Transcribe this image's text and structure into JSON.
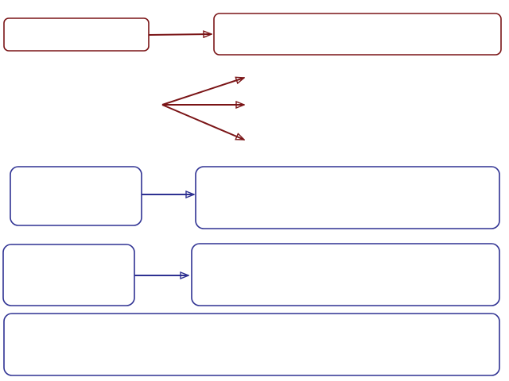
{
  "colors": {
    "background": "#ffffff",
    "top_stroke": "#7a1416",
    "bottom_stroke": "#2e3192"
  },
  "diagram": {
    "boxes": [
      {
        "name": "top-left-box",
        "text": "",
        "color": "top_stroke"
      },
      {
        "name": "top-right-box",
        "text": "",
        "color": "top_stroke"
      },
      {
        "name": "middle-left-box",
        "text": "",
        "color": "bottom_stroke"
      },
      {
        "name": "middle-right-box",
        "text": "",
        "color": "bottom_stroke"
      },
      {
        "name": "lower-left-box",
        "text": "",
        "color": "bottom_stroke"
      },
      {
        "name": "lower-right-box",
        "text": "",
        "color": "bottom_stroke"
      },
      {
        "name": "bottom-wide-box",
        "text": "",
        "color": "bottom_stroke"
      }
    ],
    "arrows": [
      {
        "name": "arrow-top-left-to-top-right",
        "color": "top_stroke"
      },
      {
        "name": "fan-arrow-up",
        "color": "top_stroke"
      },
      {
        "name": "fan-arrow-middle",
        "color": "top_stroke"
      },
      {
        "name": "fan-arrow-down",
        "color": "top_stroke"
      },
      {
        "name": "arrow-middle-left-to-middle-right",
        "color": "bottom_stroke"
      },
      {
        "name": "arrow-lower-left-to-lower-right",
        "color": "bottom_stroke"
      }
    ]
  }
}
